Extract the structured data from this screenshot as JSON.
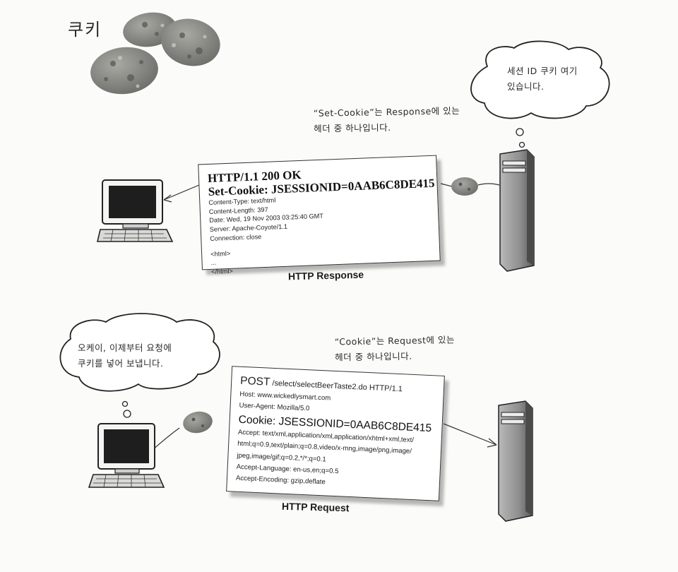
{
  "title": "쿠키",
  "response_section": {
    "note": [
      "“Set-Cookie”는 Response에 있는",
      "헤더 중 하나입니다."
    ],
    "server_bubble": [
      "세션 ID 쿠키 여기",
      "있습니다."
    ],
    "caption": "HTTP Response",
    "card": {
      "status": "HTTP/1.1 200 OK",
      "set_cookie": "Set-Cookie: JSESSIONID=0AAB6C8DE415",
      "headers": [
        "Content-Type: text/html",
        "Content-Length: 397",
        "Date: Wed, 19 Nov 2003 03:25:40 GMT",
        "Server: Apache-Coyote/1.1",
        "Connection: close"
      ],
      "body": [
        "<html>",
        "...",
        "</html>"
      ]
    }
  },
  "request_section": {
    "note": [
      "“Cookie”는 Request에 있는",
      "헤더 중 하나입니다."
    ],
    "client_bubble": [
      "오케이, 이제부터 요청에",
      "쿠키를 넣어 보냅니다."
    ],
    "caption": "HTTP Request",
    "card": {
      "method": "POST",
      "request_line": "/select/selectBeerTaste2.do  HTTP/1.1",
      "headers_before": [
        "Host: www.wickedlysmart.com",
        "User-Agent: Mozilla/5.0"
      ],
      "cookie": "Cookie: JSESSIONID=0AAB6C8DE415",
      "headers_after": [
        "Accept: text/xml,application/xml,application/xhtml+xml,text/",
        "html;q=0.9,text/plain;q=0.8,video/x-mng,image/png,image/",
        "jpeg,image/gif;q=0.2,*/*;q=0.1",
        "Accept-Language:  en-us,en;q=0.5",
        "Accept-Encoding: gzip,deflate"
      ]
    }
  },
  "colors": {
    "ink": "#1b1b1b",
    "cookie": "#8a8a86",
    "server": "#8c8c8c",
    "screen": "#1e1e1e"
  }
}
